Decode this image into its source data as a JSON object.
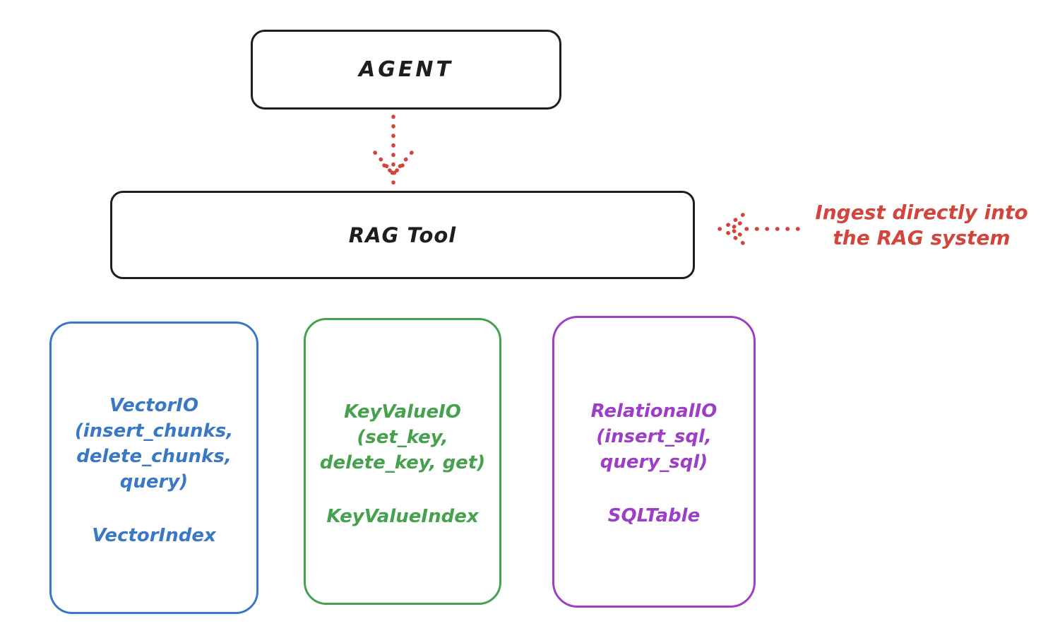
{
  "colors": {
    "background": "#ffffff",
    "ink": "#1e1e1e",
    "red": "#d1453d",
    "blue": "#3b78c4",
    "green": "#46a14f",
    "purple": "#9d3ec6"
  },
  "agent": {
    "label": "AGENT"
  },
  "rag_tool": {
    "label": "RAG Tool"
  },
  "annotation": {
    "line1": "Ingest directly into",
    "line2": "the RAG system"
  },
  "backends": {
    "vector": {
      "line1": "VectorIO",
      "line2": "(insert_chunks,",
      "line3": "delete_chunks,",
      "line4": "query)",
      "index": "VectorIndex"
    },
    "keyvalue": {
      "line1": "KeyValueIO",
      "line2": "(set_key,",
      "line3": "delete_key, get)",
      "index": "KeyValueIndex"
    },
    "relational": {
      "line1": "RelationalIO",
      "line2": "(insert_sql,",
      "line3": "query_sql)",
      "index": "SQLTable"
    }
  }
}
